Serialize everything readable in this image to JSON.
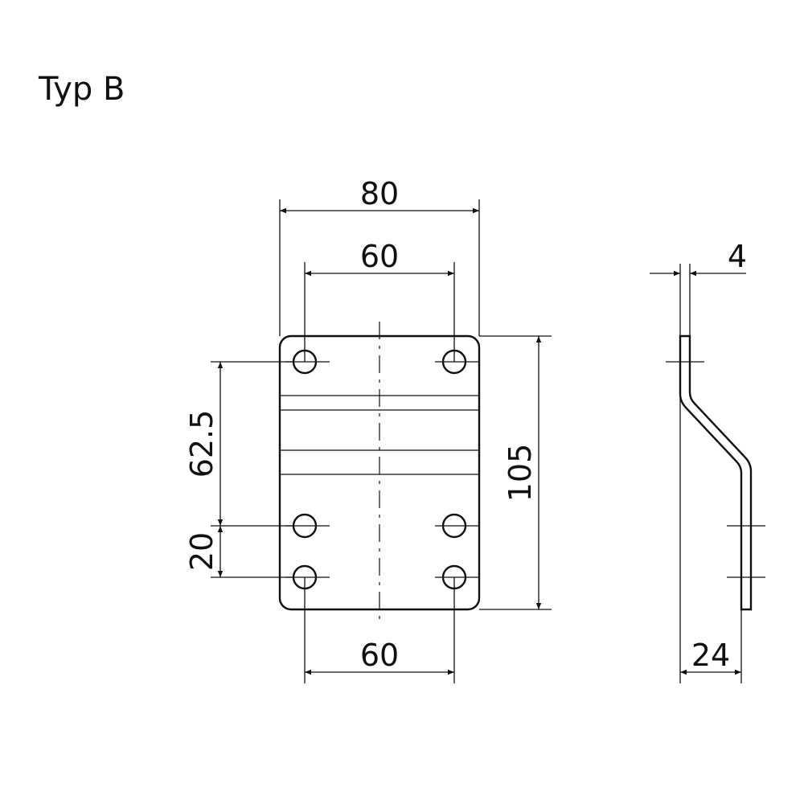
{
  "drawing": {
    "title": "Typ B",
    "dimensions": {
      "overall_width": "80",
      "hole_spacing_top": "60",
      "hole_spacing_bottom": "60",
      "height": "105",
      "vertical_hole_spacing": "62.5",
      "lower_hole_pitch": "20",
      "thickness": "4",
      "offset_depth": "24"
    }
  }
}
